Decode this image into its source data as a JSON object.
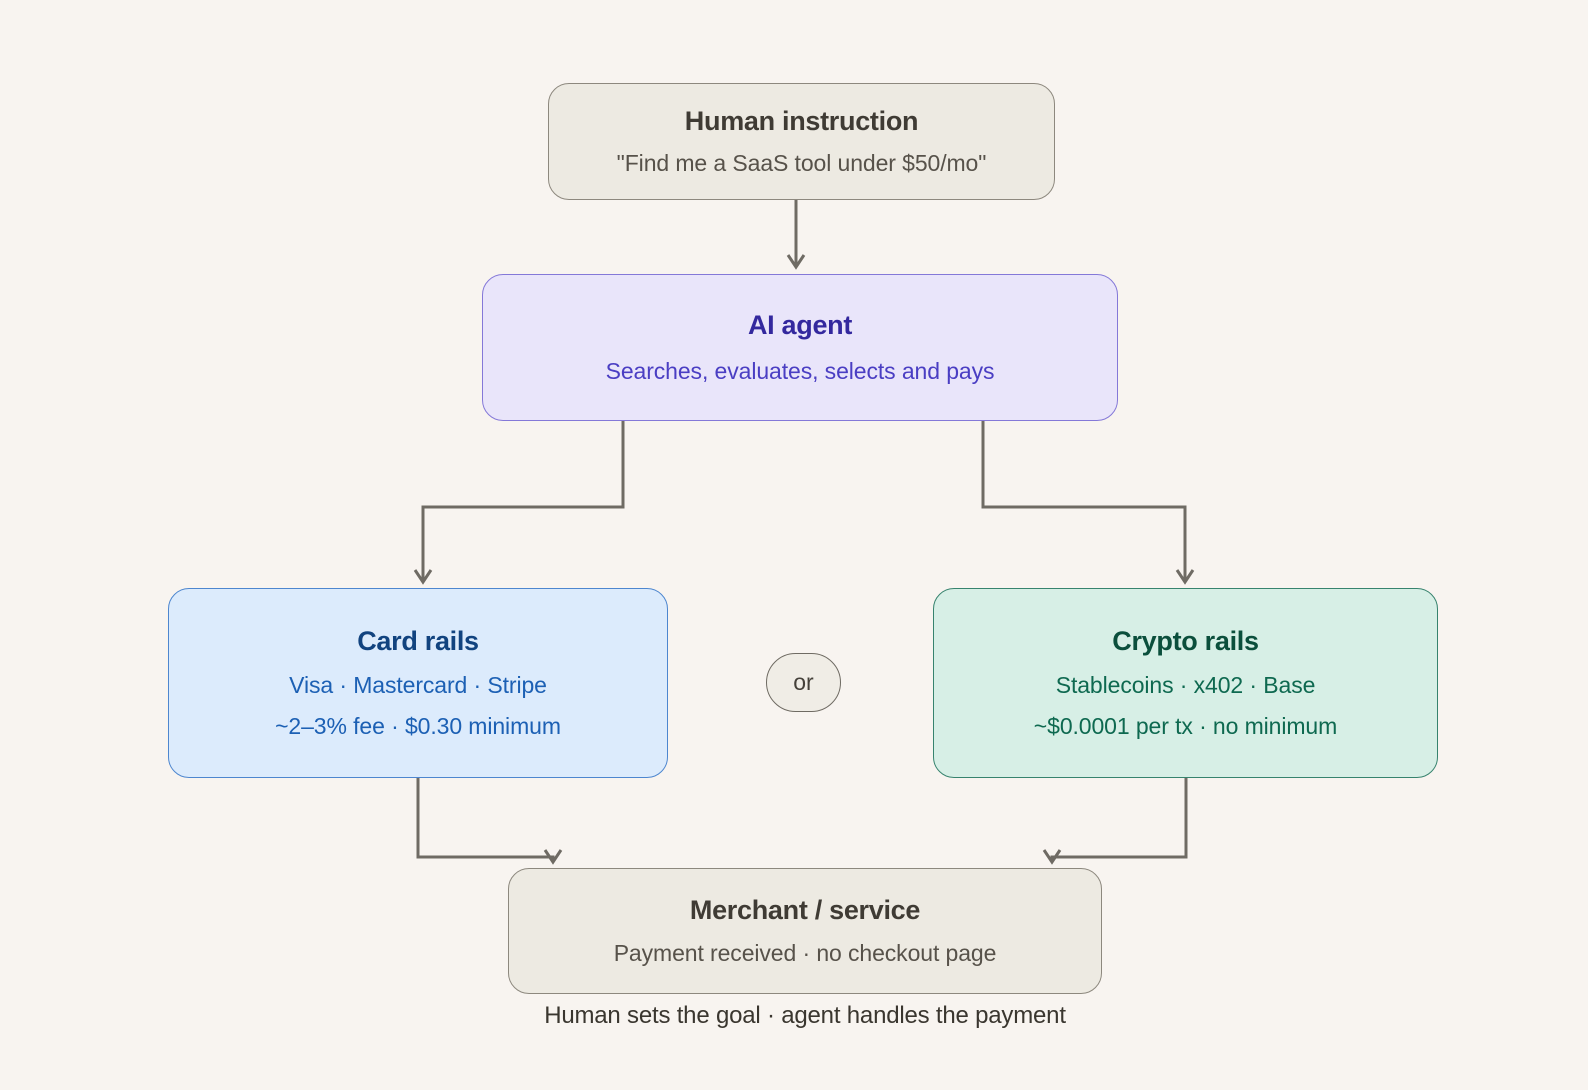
{
  "diagram": {
    "background_color": "#f8f4f0",
    "connector_color": "#6f6b64",
    "or_label": "or",
    "caption": "Human sets the goal · agent handles the payment",
    "nodes": {
      "human_instruction": {
        "title": "Human instruction",
        "subtitle": "\"Find me a SaaS tool under $50/mo\"",
        "fill": "#edeae2",
        "border": "#8d887e",
        "title_color": "#3f3b34",
        "text_color": "#57524a"
      },
      "ai_agent": {
        "title": "AI agent",
        "subtitle": "Searches, evaluates, selects and pays",
        "fill": "#e9e5fa",
        "border": "#8478d8",
        "title_color": "#33289e",
        "text_color": "#4a3ec3"
      },
      "card_rails": {
        "title": "Card rails",
        "line1": "Visa · Mastercard · Stripe",
        "line2": "~2–3% fee · $0.30 minimum",
        "fill": "#dcebfc",
        "border": "#4d86cf",
        "title_color": "#11437f",
        "text_color": "#1c60b4"
      },
      "crypto_rails": {
        "title": "Crypto rails",
        "line1": "Stablecoins · x402 · Base",
        "line2": "~$0.0001 per tx · no minimum",
        "fill": "#d7efe6",
        "border": "#37836e",
        "title_color": "#0b4f3c",
        "text_color": "#0e6950"
      },
      "merchant": {
        "title": "Merchant / service",
        "subtitle": "Payment received · no checkout page",
        "fill": "#edeae2",
        "border": "#8d887e",
        "title_color": "#3f3b34",
        "text_color": "#57524a"
      }
    }
  }
}
